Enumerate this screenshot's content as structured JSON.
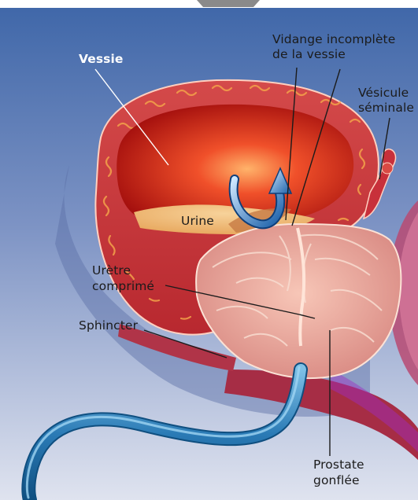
{
  "labels": {
    "vessie": "Vessie",
    "vidange_line1": "Vidange incomplète",
    "vidange_line2": "de la vessie",
    "vesicule_line1": "Vésicule",
    "vesicule_line2": "séminale",
    "urine": "Urine",
    "uretre_line1": "Urètre",
    "uretre_line2": "comprimé",
    "sphincter": "Sphincter",
    "prostate_line1": "Prostate",
    "prostate_line2": "gonflée"
  },
  "colors": {
    "background_top": "#3e66a8",
    "background_bottom": "#dfe3ef",
    "bladder_wall": "#c8303a",
    "bladder_interior": "#c41f12",
    "urine": "#f0b060",
    "prostate": "#e6a49a",
    "urethra": "#1f6fa4",
    "muscle": "#b03448"
  },
  "icons": {
    "flow_arrow": "curved-arrow-icon"
  }
}
